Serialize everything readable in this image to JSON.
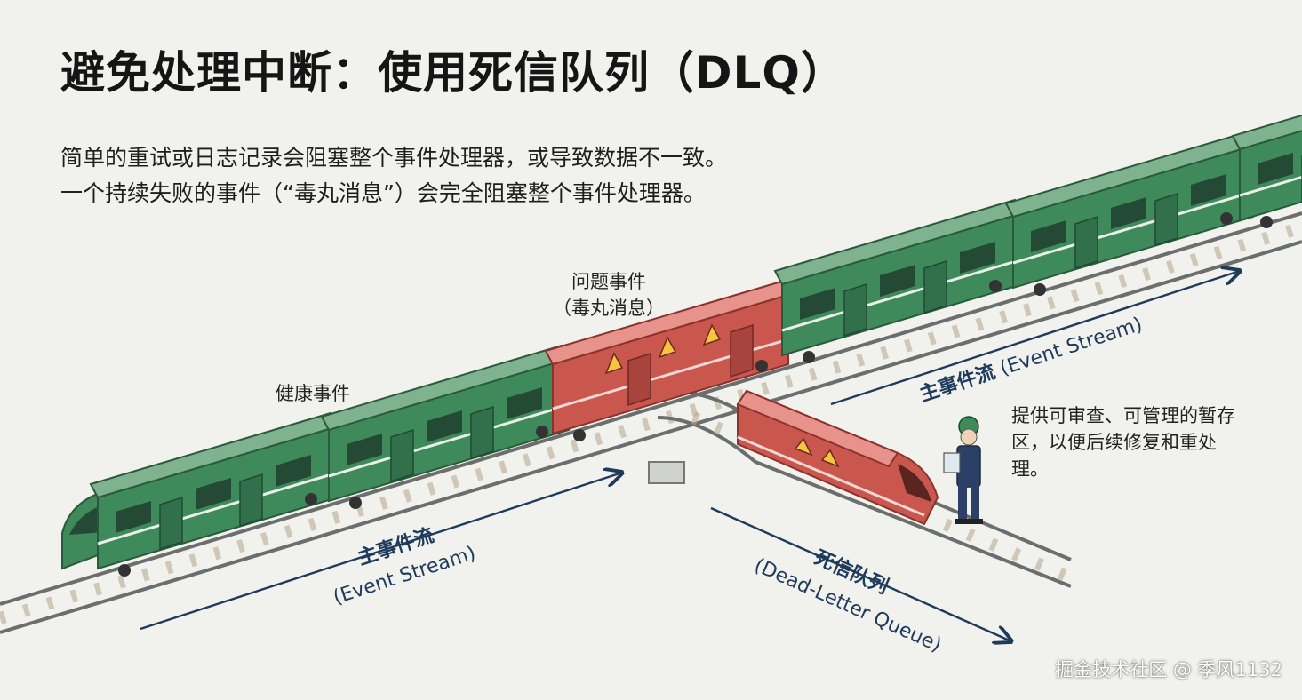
{
  "title": "避免处理中断：使用死信队列（DLQ）",
  "subtitle": {
    "line1": "简单的重试或日志记录会阻塞整个事件处理器，或导致数据不一致。",
    "line2": "一个持续失败的事件（“毒丸消息”）会完全阻塞整个事件处理器。"
  },
  "labels": {
    "healthy": "健康事件",
    "problem_line1": "问题事件",
    "problem_line2": "（毒丸消息）",
    "main_stream_top_cn": "主事件流",
    "main_stream_top_en": "(Event Stream)",
    "main_stream_bottom_cn": "主事件流",
    "main_stream_bottom_en": "(Event Stream)",
    "dlq_cn": "死信队列",
    "dlq_en": "(Dead-Letter Queue)",
    "operator_note": "提供可审查、可管理的暂存区，以便后续修复和重处理。"
  },
  "watermark": "掘金技术社区 @ 季风1132",
  "colors": {
    "healthy_car": "#3f8a5a",
    "problem_car": "#c9574e",
    "arrow": "#1f3b5b",
    "rail": "#6b6e6c"
  }
}
